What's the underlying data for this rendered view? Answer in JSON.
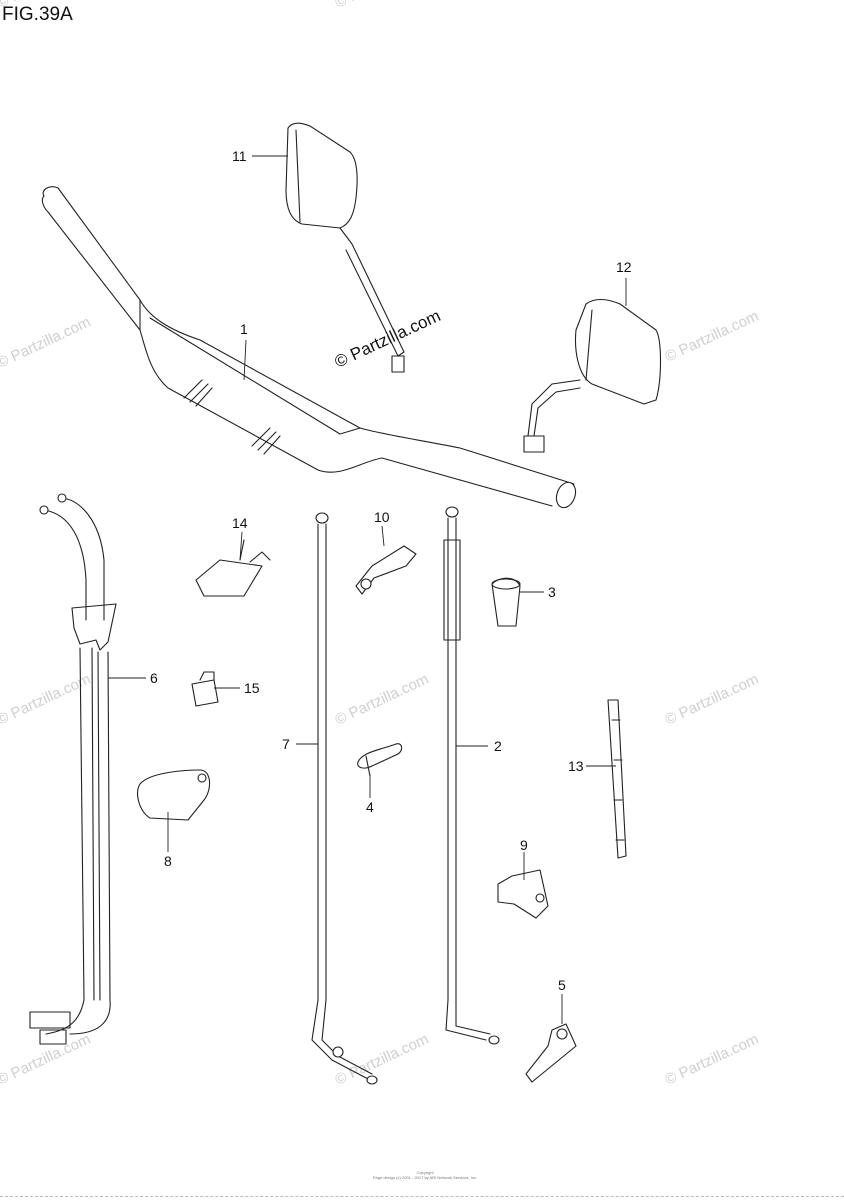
{
  "figure": {
    "title": "FIG.39A"
  },
  "watermark": {
    "text": "© Partzilla.com",
    "center_text": "© Partzilla.com"
  },
  "labels": [
    {
      "id": "1",
      "text": "1"
    },
    {
      "id": "2",
      "text": "2"
    },
    {
      "id": "3",
      "text": "3"
    },
    {
      "id": "4",
      "text": "4"
    },
    {
      "id": "5",
      "text": "5"
    },
    {
      "id": "6",
      "text": "6"
    },
    {
      "id": "7",
      "text": "7"
    },
    {
      "id": "8",
      "text": "8"
    },
    {
      "id": "9",
      "text": "9"
    },
    {
      "id": "10",
      "text": "10"
    },
    {
      "id": "11",
      "text": "11"
    },
    {
      "id": "12",
      "text": "12"
    },
    {
      "id": "13",
      "text": "13"
    },
    {
      "id": "14",
      "text": "14"
    },
    {
      "id": "15",
      "text": "15"
    }
  ],
  "footer": {
    "line1": "Copyright",
    "line2": "Page design (c) 2001 - 2017 by ARI Network Services, Inc."
  }
}
